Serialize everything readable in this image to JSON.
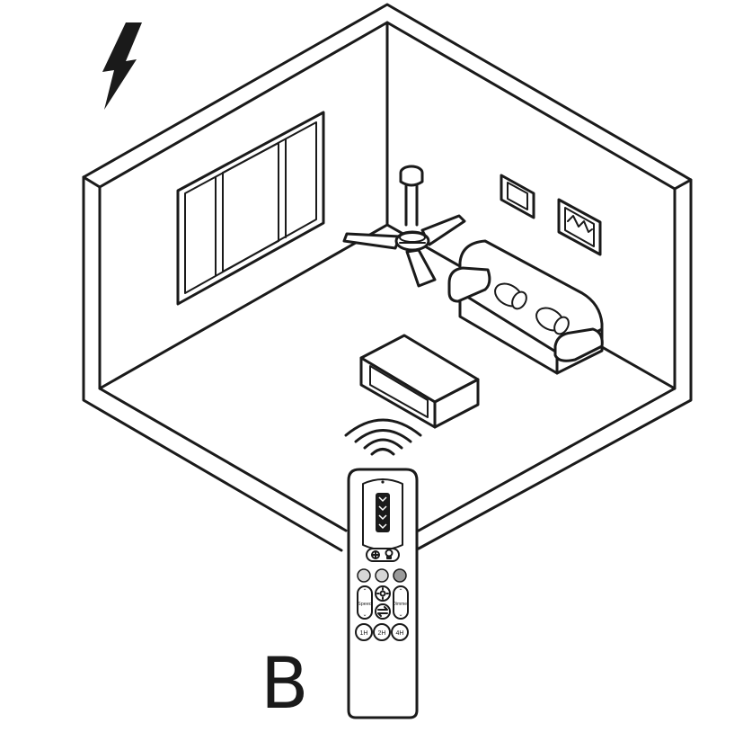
{
  "label": "B",
  "icons": [
    "lightning-bolt-icon",
    "fan-icon",
    "bulb-icon",
    "sun-icon",
    "fan-reverse-icon",
    "signal-waves-icon"
  ],
  "remote": {
    "speed_label": "Speed",
    "dimmer_label": "Dimmer",
    "timer_1": "1H",
    "timer_2": "2H",
    "timer_4": "4H"
  }
}
